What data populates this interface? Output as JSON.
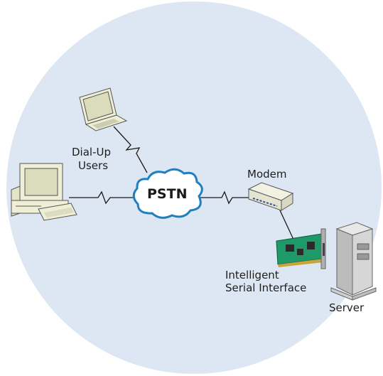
{
  "diagram": {
    "cloud_label": "PSTN",
    "labels": {
      "dialup_line1": "Dial-Up",
      "dialup_line2": "Users",
      "modem": "Modem",
      "card_line1": "Intelligent",
      "card_line2": "Serial Interface",
      "server": "Server"
    },
    "icons": [
      "laptop-icon",
      "desktop-computer-icon",
      "pstn-cloud-icon",
      "modem-icon",
      "serial-interface-card-icon",
      "server-tower-icon"
    ],
    "colors": {
      "background_circle": "#dde6f3",
      "device_body": "#efefd6",
      "screen": "#dadcbc",
      "card_green": "#1e9a68",
      "server_body": "#d2d2d2",
      "line": "#1a1a1a"
    }
  }
}
